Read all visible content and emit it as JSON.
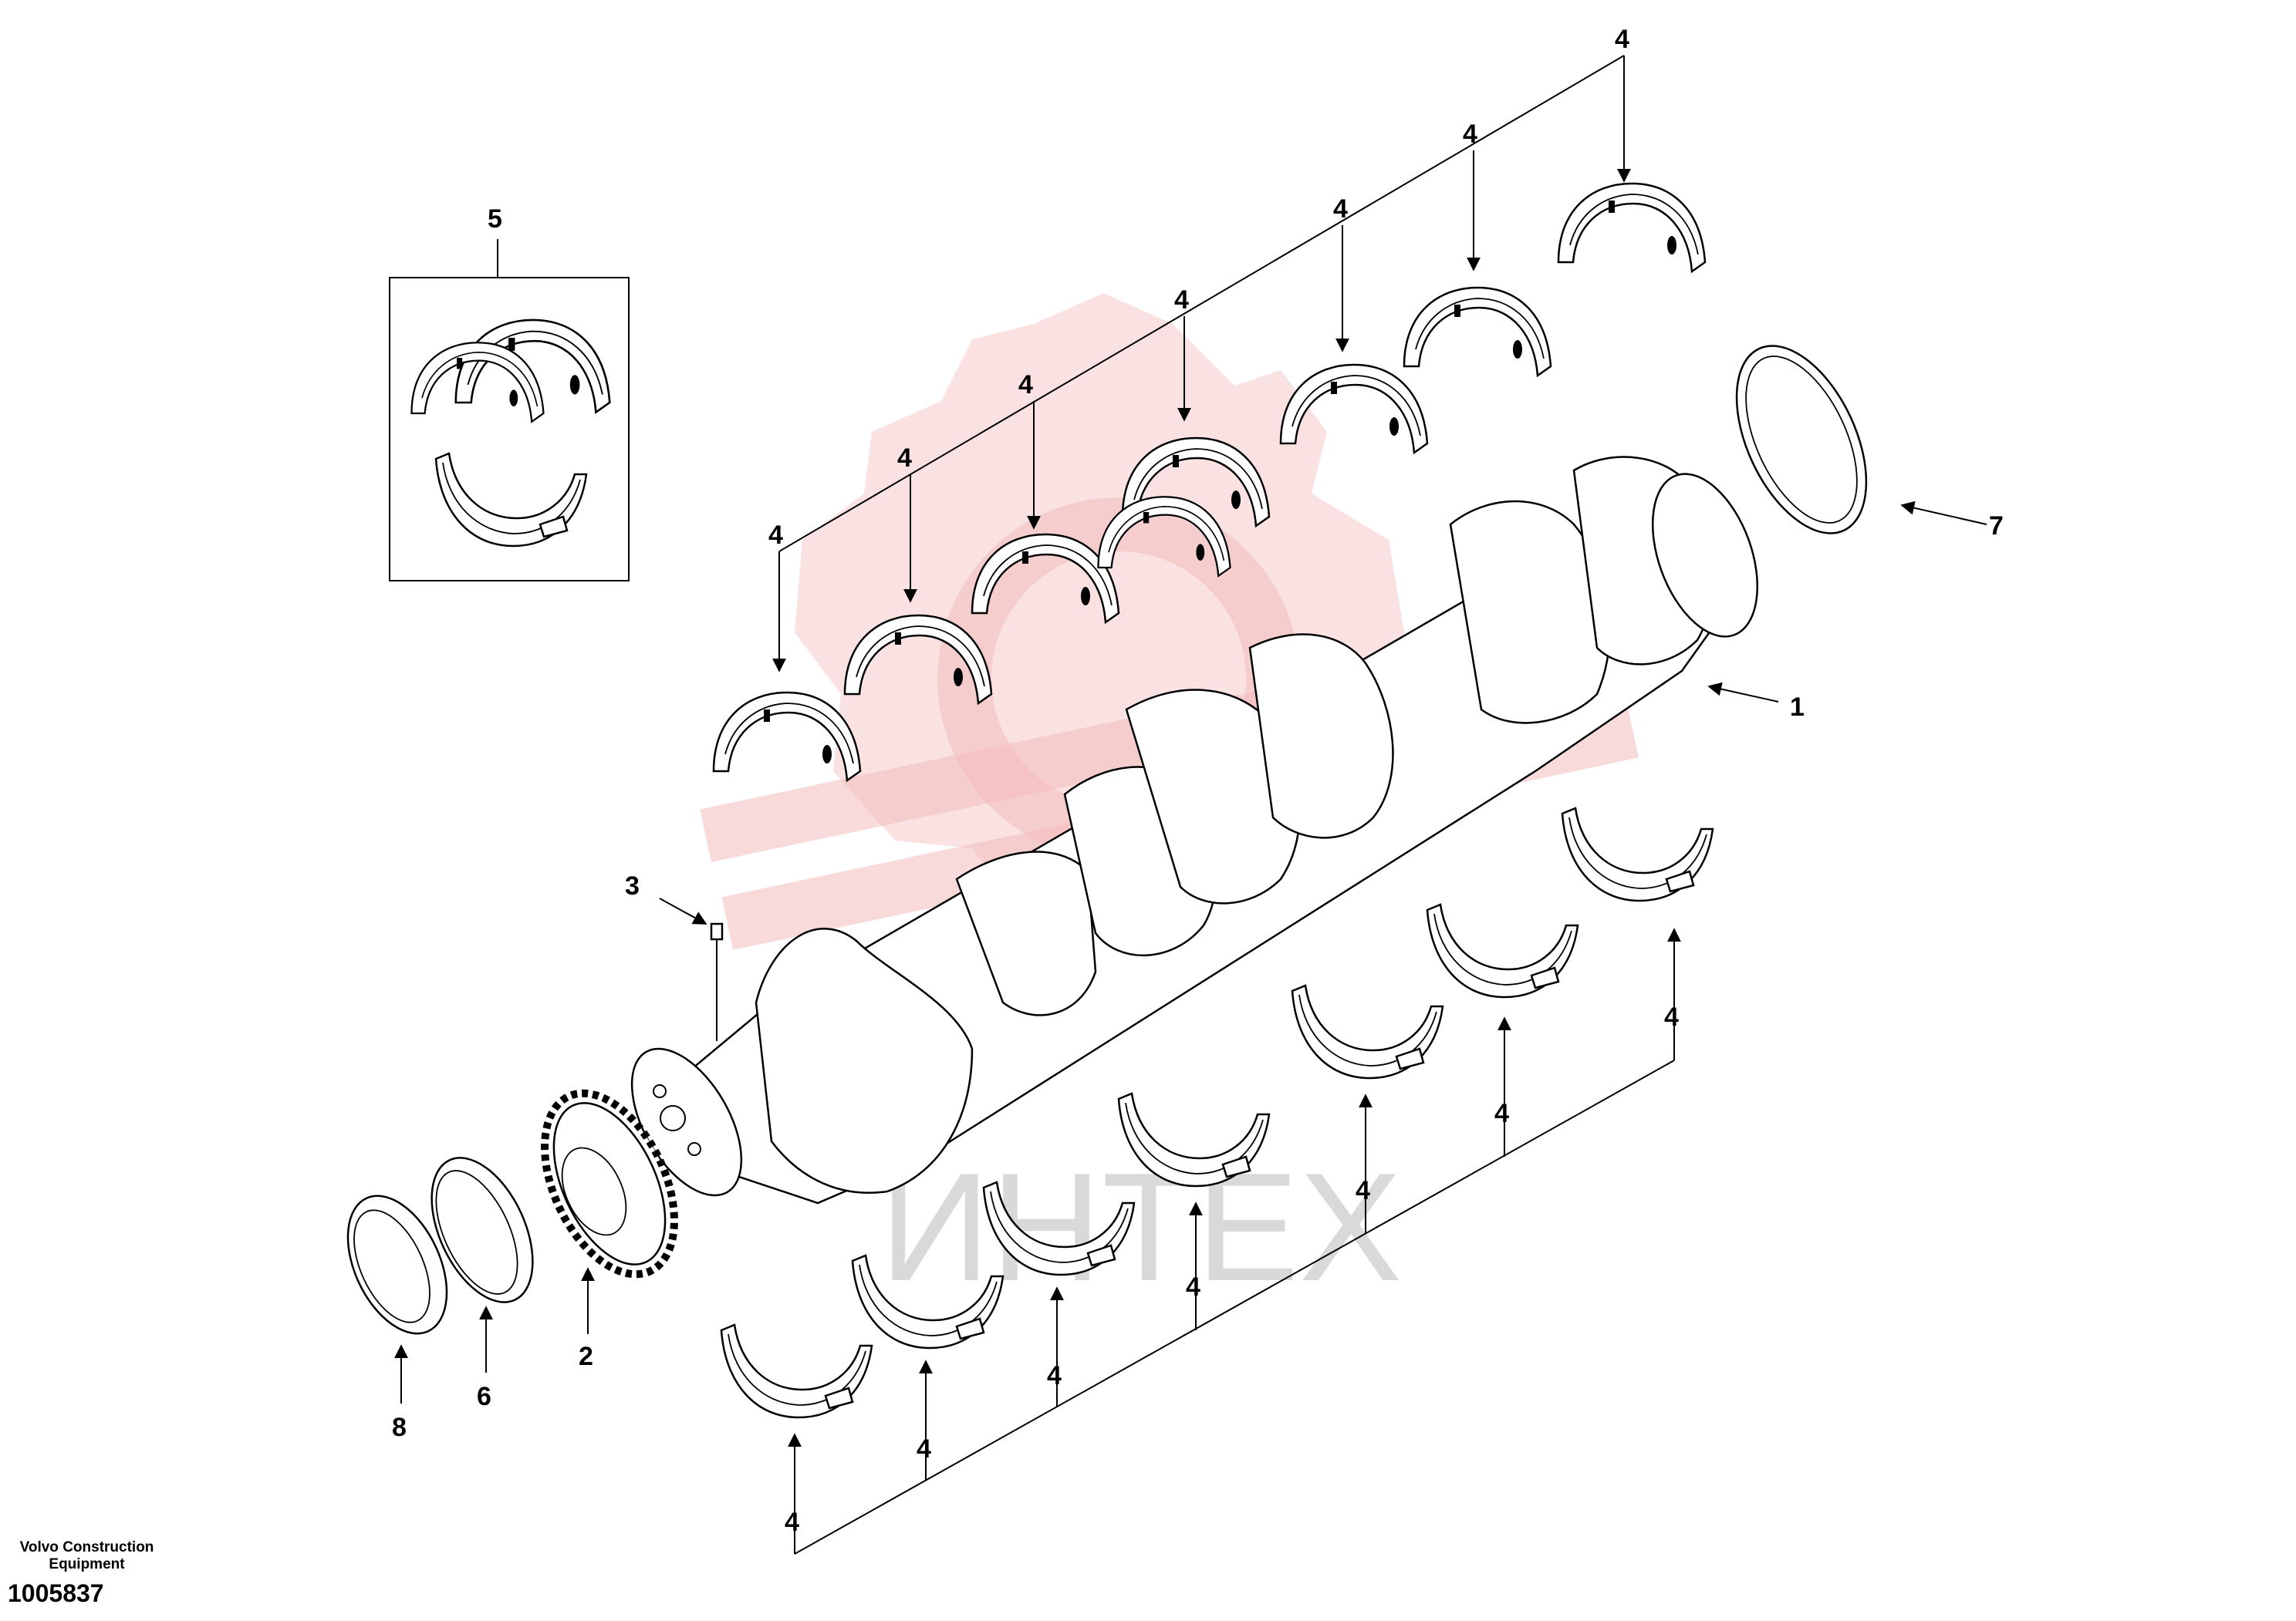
{
  "manufacturer": "Volvo Construction\nEquipment",
  "document_number": "1005837",
  "watermark": {
    "text": "ИНТЕХ",
    "color": "#e8a0a0"
  },
  "callouts": {
    "crankshaft": "1",
    "gear": "2",
    "pin": "3",
    "bearing": "4",
    "thrust_bearing_set": "5",
    "seal_ring": "6",
    "wear_ring": "7",
    "front_ring": "8"
  }
}
